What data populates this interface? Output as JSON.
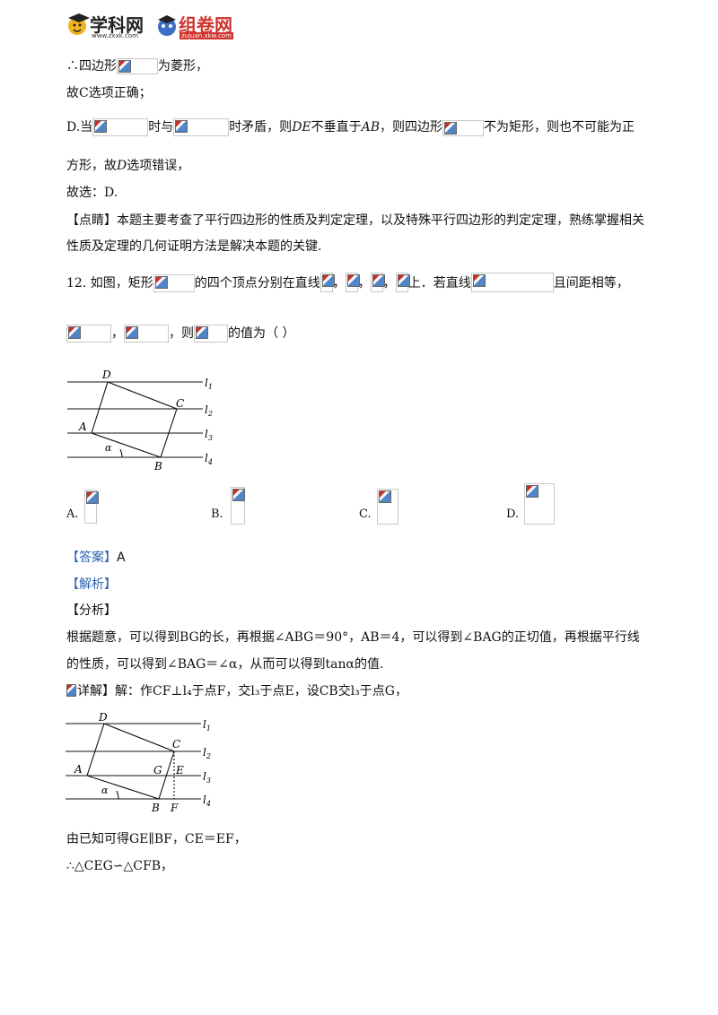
{
  "logo": {
    "xueke_name": "学科网",
    "xueke_url": "www.zxxk.com",
    "zujuan_name": "组卷网",
    "zujuan_url": "zujuan.xkw.com"
  },
  "lines": {
    "l1_a": "∴四边形",
    "l1_b": "为菱形，",
    "l2": "故C选项正确；",
    "l3_a": "D.当",
    "l3_b": "时与",
    "l3_c": "时矛盾，则",
    "l3_de": "DE",
    "l3_d": "不垂直于",
    "l3_ab": "AB",
    "l3_e": "，则四边形",
    "l3_f": "不为矩形，则也不可能为正",
    "l4_a": "方形，故",
    "l4_d": "D",
    "l4_b": "选项错误，",
    "l5": "故选：D.",
    "l6": "【点睛】本题主要考查了平行四边形的性质及判定定理，以及特殊平行四边形的判定定理，熟练掌握相关",
    "l7": "性质及定理的几何证明方法是解决本题的关键.",
    "q_a": "12. 如图，矩形",
    "q_b": "的四个顶点分别在直线",
    "q_comma": "，",
    "q_c": "上．若直线",
    "q_d": "且间距相等，",
    "q2_comma": "，",
    "q2_a": "，则",
    "q2_b": "的值为（    ）",
    "opt_a": "A.",
    "opt_b": "B.",
    "opt_c": "C.",
    "opt_d": "D.",
    "answer_label": "【答案】",
    "answer_value": "A",
    "jiexi": "【解析】",
    "fenxi": "【分析】",
    "f1": "根据题意，可以得到BG的长，再根据∠ABG＝90°，AB＝4，可以得到∠BAG的正切值，再根据平行线",
    "f2": "的性质，可以得到∠BAG＝∠α，从而可以得到tanα的值.",
    "xiangjie_label": "详解】",
    "xiangjie_text": "解：作CF⊥l₄于点F，交l₃于点E，设CB交l₃于点G，",
    "s1": "由已知可得GE∥BF，CE＝EF，",
    "s2": "∴△CEG∽△CFB，"
  },
  "figure1": {
    "labels": {
      "D": "D",
      "C": "C",
      "A": "A",
      "B": "B",
      "alpha": "α"
    },
    "line_labels": [
      "l",
      "l",
      "l",
      "l"
    ],
    "line_subs": [
      "1",
      "2",
      "3",
      "4"
    ]
  },
  "figure2": {
    "labels": {
      "D": "D",
      "C": "C",
      "A": "A",
      "B": "B",
      "G": "G",
      "E": "E",
      "F": "F",
      "alpha": "α"
    },
    "line_labels": [
      "l",
      "l",
      "l",
      "l"
    ],
    "line_subs": [
      "1",
      "2",
      "3",
      "4"
    ]
  }
}
